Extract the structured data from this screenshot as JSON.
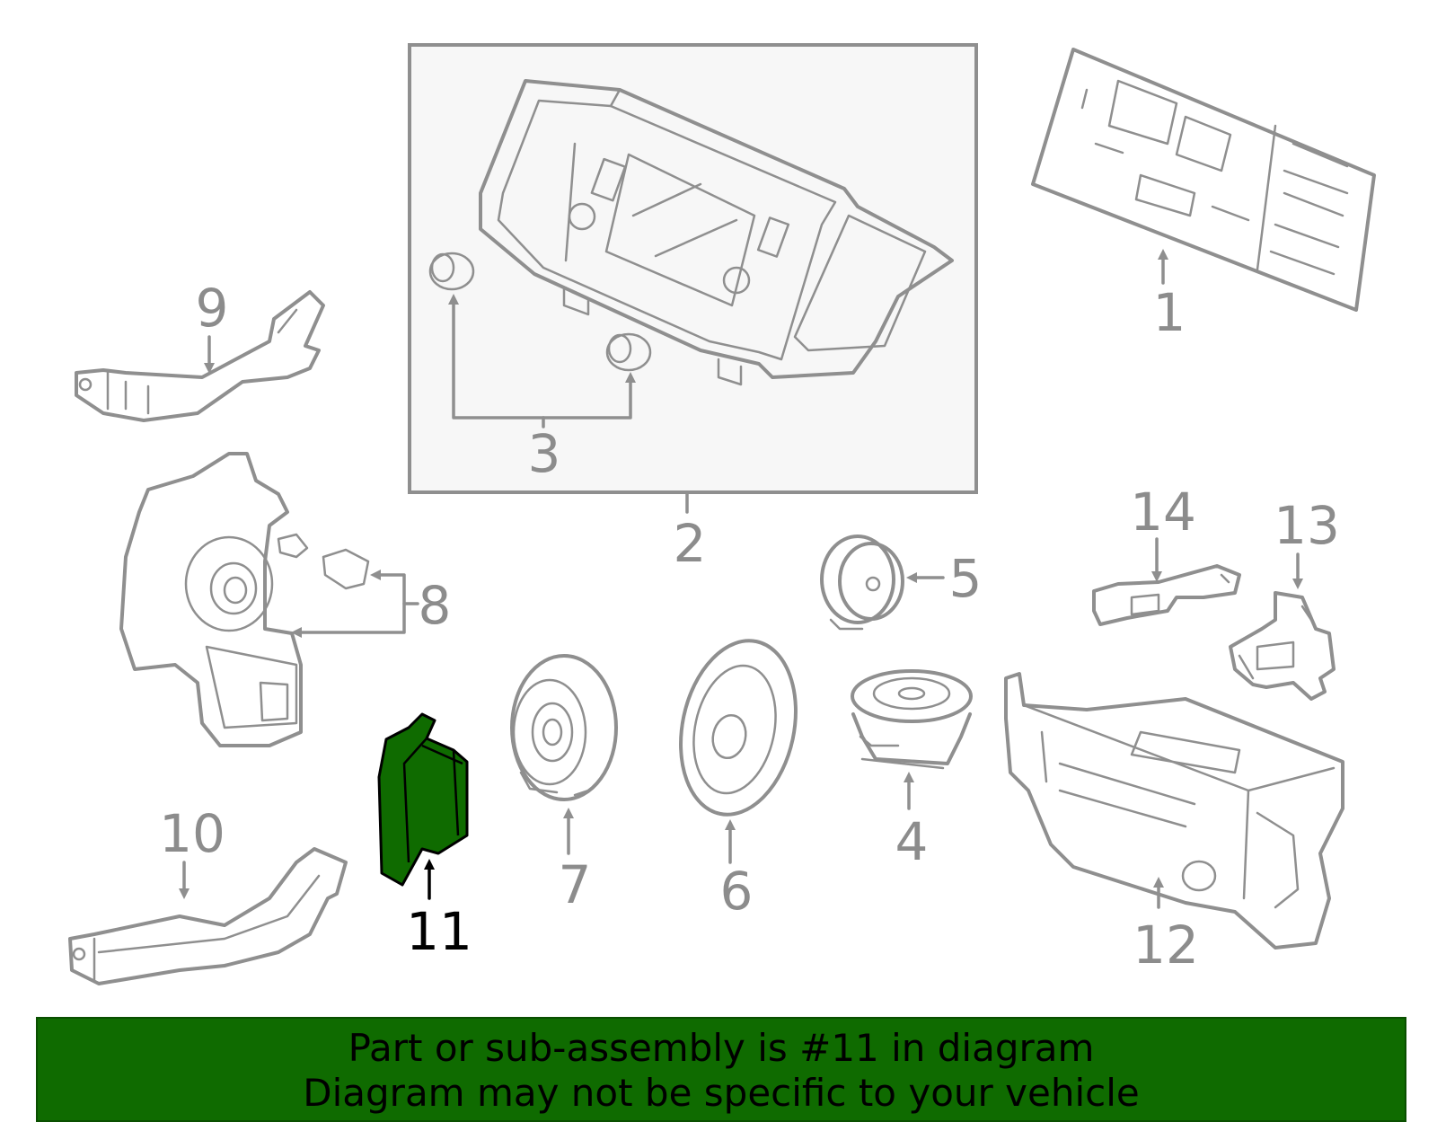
{
  "diagram": {
    "highlight_color": "#0f6b00",
    "callouts": [
      {
        "id": "1",
        "label": "1"
      },
      {
        "id": "2",
        "label": "2"
      },
      {
        "id": "3",
        "label": "3"
      },
      {
        "id": "4",
        "label": "4"
      },
      {
        "id": "5",
        "label": "5"
      },
      {
        "id": "6",
        "label": "6"
      },
      {
        "id": "7",
        "label": "7"
      },
      {
        "id": "8",
        "label": "8"
      },
      {
        "id": "9",
        "label": "9"
      },
      {
        "id": "10",
        "label": "10"
      },
      {
        "id": "11",
        "label": "11",
        "highlighted": true
      },
      {
        "id": "12",
        "label": "12"
      },
      {
        "id": "13",
        "label": "13"
      },
      {
        "id": "14",
        "label": "14"
      }
    ]
  },
  "banner": {
    "line1": "Part or sub-assembly is #11 in diagram",
    "line2": "Diagram may not be specific to your vehicle",
    "background": "#0f6b00"
  }
}
